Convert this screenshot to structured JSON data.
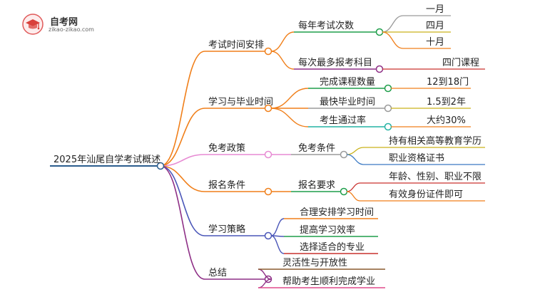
{
  "logo": {
    "name": "自考网",
    "url": "zikao-zikao.com"
  },
  "root": {
    "label": "2025年汕尾自学考试概述",
    "color": "#2b5d8e",
    "children": [
      {
        "label": "考试时间安排",
        "color": "#f07f1a",
        "children": [
          {
            "label": "每年考试次数",
            "color": "#1e9e4a",
            "children": [
              {
                "label": "一月",
                "color": "#9a9a9a"
              },
              {
                "label": "四月",
                "color": "#c9b21a"
              },
              {
                "label": "十月",
                "color": "#f07f1a"
              }
            ]
          },
          {
            "label": "每次最多报考科目",
            "color": "#8e2f86",
            "children": [
              {
                "label": "四门课程",
                "color": "#c9312f"
              }
            ]
          }
        ]
      },
      {
        "label": "学习与毕业时间",
        "color": "#f07f1a",
        "children": [
          {
            "label": "完成课程数量",
            "color": "#1e9e4a",
            "children": [
              {
                "label": "12到18门",
                "color": "#f07f1a"
              }
            ]
          },
          {
            "label": "最快毕业时间",
            "color": "#9a9a9a",
            "children": [
              {
                "label": "1.5到2年",
                "color": "#c9b21a"
              }
            ]
          },
          {
            "label": "考生通过率",
            "color": "#24b3a4",
            "children": [
              {
                "label": "大约30%",
                "color": "#f07f1a"
              }
            ]
          }
        ]
      },
      {
        "label": "免考政策",
        "color": "#e78ad3",
        "children": [
          {
            "label": "免考条件",
            "color": "#9a9a9a",
            "children": [
              {
                "label": "持有相关高等教育学历",
                "color": "#c9b21a"
              },
              {
                "label": "职业资格证书",
                "color": "#3a79c4"
              }
            ]
          }
        ]
      },
      {
        "label": "报名条件",
        "color": "#f07f1a",
        "children": [
          {
            "label": "报名要求",
            "color": "#1e9e4a",
            "children": [
              {
                "label": "年龄、性别、职业不限",
                "color": "#c9312f"
              },
              {
                "label": "有效身份证件即可",
                "color": "#f07f1a"
              }
            ]
          }
        ]
      },
      {
        "label": "学习策略",
        "color": "#4a56b8",
        "children": [
          {
            "label": "合理安排学习时间",
            "color": "#f07f1a"
          },
          {
            "label": "提高学习效率",
            "color": "#1e9e4a"
          },
          {
            "label": "选择适合的专业",
            "color": "#c9312f"
          }
        ]
      },
      {
        "label": "总结",
        "color": "#8e2f86",
        "children": [
          {
            "label": "灵活性与开放性",
            "color": "#8a5a2e"
          },
          {
            "label": "帮助考生顺利完成学业",
            "color": "#e04a8c"
          }
        ]
      }
    ]
  }
}
